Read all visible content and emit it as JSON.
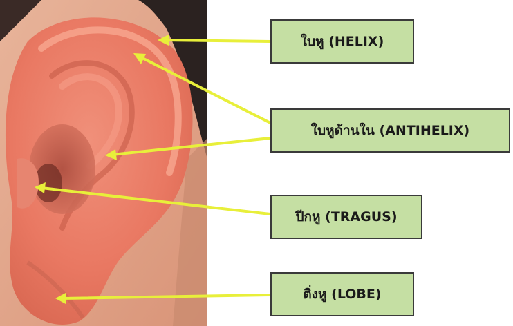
{
  "labels": {
    "helix": "ใบหู (HELIX)",
    "antihelix": "ใบหูด้านใน (ANTIHELIX)",
    "tragus": "ปีกหู (TRAGUS)",
    "lobe": "ติ่งหู (LOBE)"
  },
  "colors": {
    "label_fill": "#c5dfa3",
    "label_border": "#3a3a3a",
    "pointer_line": "#e8ef3a",
    "background": "#ffffff"
  }
}
